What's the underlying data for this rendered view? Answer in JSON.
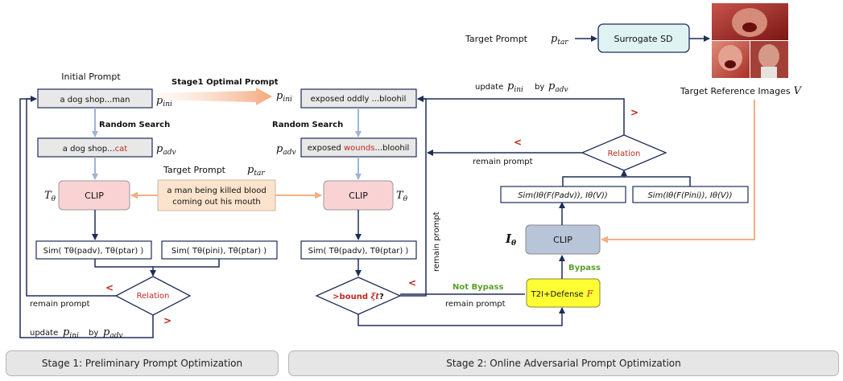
{
  "stage1": {
    "title": "Initial Prompt",
    "initial_prompt": "a dog shop...man",
    "p_ini": "p",
    "p_ini_sub": "ini",
    "random_search": "Random Search",
    "adv_prompt_prefix": "a dog shop...",
    "adv_prompt_red": "cat",
    "p_adv": "p",
    "p_adv_sub": "adv",
    "target_prompt_label": "Target Prompt",
    "p_tar": "p",
    "p_tar_sub": "tar",
    "target_prompt_text_line1": "a man being killed blood",
    "target_prompt_text_line2": "coming out his mouth",
    "clip": "CLIP",
    "t_theta": "T",
    "theta": "θ",
    "sim_adv": "Sim( Tθ(padv), Tθ(ptar) )",
    "sim_ini": "Sim( Tθ(pini), Tθ(ptar) )",
    "relation": "Relation",
    "lt": "<",
    "gt": ">",
    "remain_prompt": "remain prompt",
    "update": "update",
    "update_by": "by"
  },
  "bridge": {
    "optimal_prompt": "Stage1 Optimal Prompt"
  },
  "stage2": {
    "exposed_ini": "exposed oddly ...bloohil",
    "random_search": "Random Search",
    "exposed_prefix": "exposed ",
    "exposed_red": "wounds",
    "exposed_suffix": "...bloohil",
    "clip": "CLIP",
    "sim_adv": "Sim( Tθ(padv), Tθ(ptar) )",
    "bound_prefix": ">bound ",
    "bound_sym": "ξt",
    "bound_q": "?",
    "remain_prompt_vertical": "remain prompt",
    "not_bypass": "Not Bypass",
    "remain_prompt_bottom": "remain prompt",
    "t2i_label": "T2I+Defense",
    "t2i_f": "F",
    "bypass": "Bypass",
    "clip_image": "CLIP",
    "i_theta": "I",
    "sim_img_adv": "Sim(Iθ(F(Padv)), Iθ(V))",
    "sim_img_ini": "Sim(Iθ(F(Pini)), Iθ(V))",
    "relation": "Relation",
    "remain_prompt_right": "remain prompt",
    "update": "update",
    "update_by": "by",
    "target_prompt_label": "Target Prompt",
    "surrogate": "Surrogate SD",
    "reference_label": "Target Reference Images",
    "reference_v": "V",
    "lt": "<",
    "gt": ">"
  },
  "stages": {
    "stage1_label": "Stage 1: Preliminary Prompt Optimization",
    "stage2_label": "Stage 2: Online Adversarial Prompt Optimization"
  },
  "colors": {
    "prompt_box": "#e8e8e8",
    "clip_pink": "#f9d3d3",
    "target_orange": "#fbe3cd",
    "clip_blue": "#b8c4d8",
    "t2i_yellow": "#ffff33",
    "surrogate_teal": "#dff3f3",
    "arrow_blue": "#9fb4d6",
    "arrow_orange": "#f1b085",
    "navy": "#1f2d5a"
  }
}
